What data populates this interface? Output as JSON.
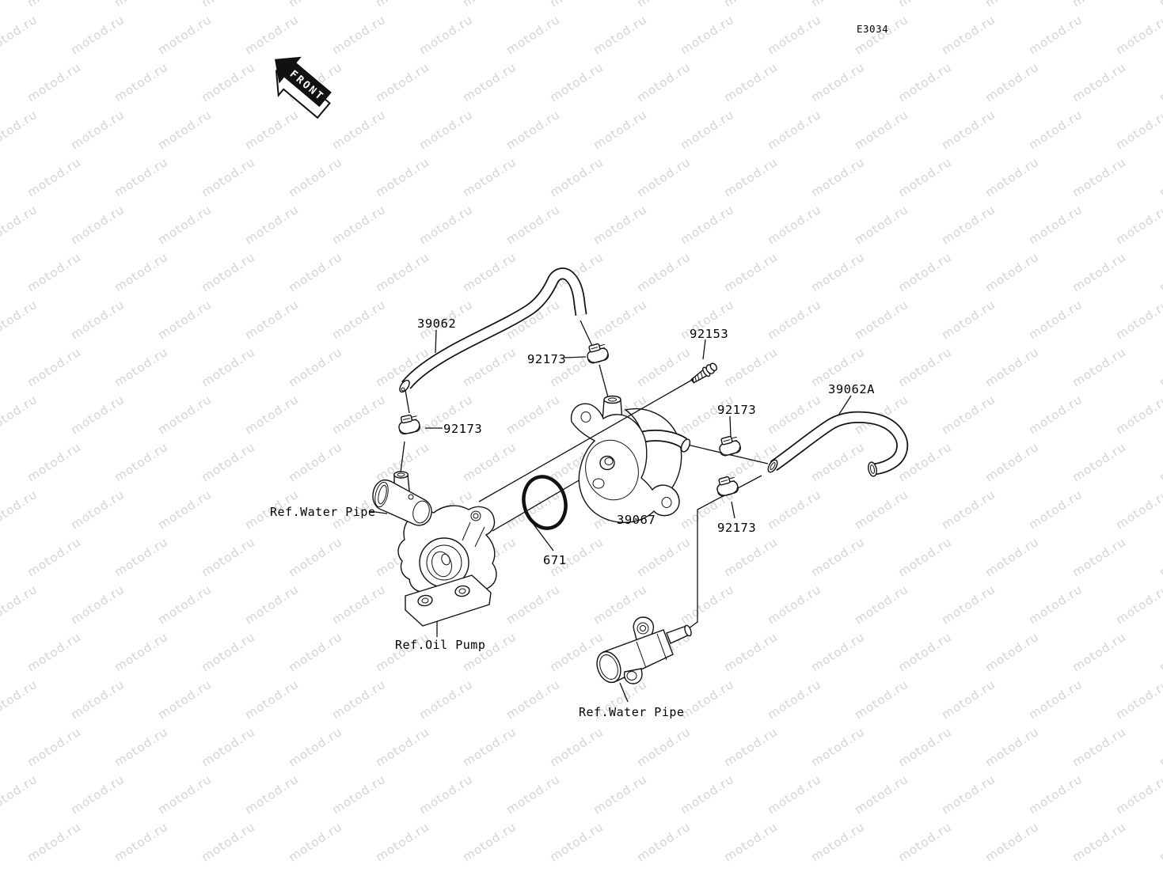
{
  "diagram": {
    "code": "E3034",
    "front_arrow": "FRONT",
    "watermark": {
      "text": "motod.ru",
      "color": "#d4d4d4"
    },
    "parts": {
      "p39062": "39062",
      "p92173": "92173",
      "p92153": "92153",
      "p39062A": "39062A",
      "p39067": "39067",
      "p671": "671"
    },
    "refs": {
      "water_pipe": "Ref.Water Pipe",
      "oil_pump": "Ref.Oil Pump"
    }
  }
}
